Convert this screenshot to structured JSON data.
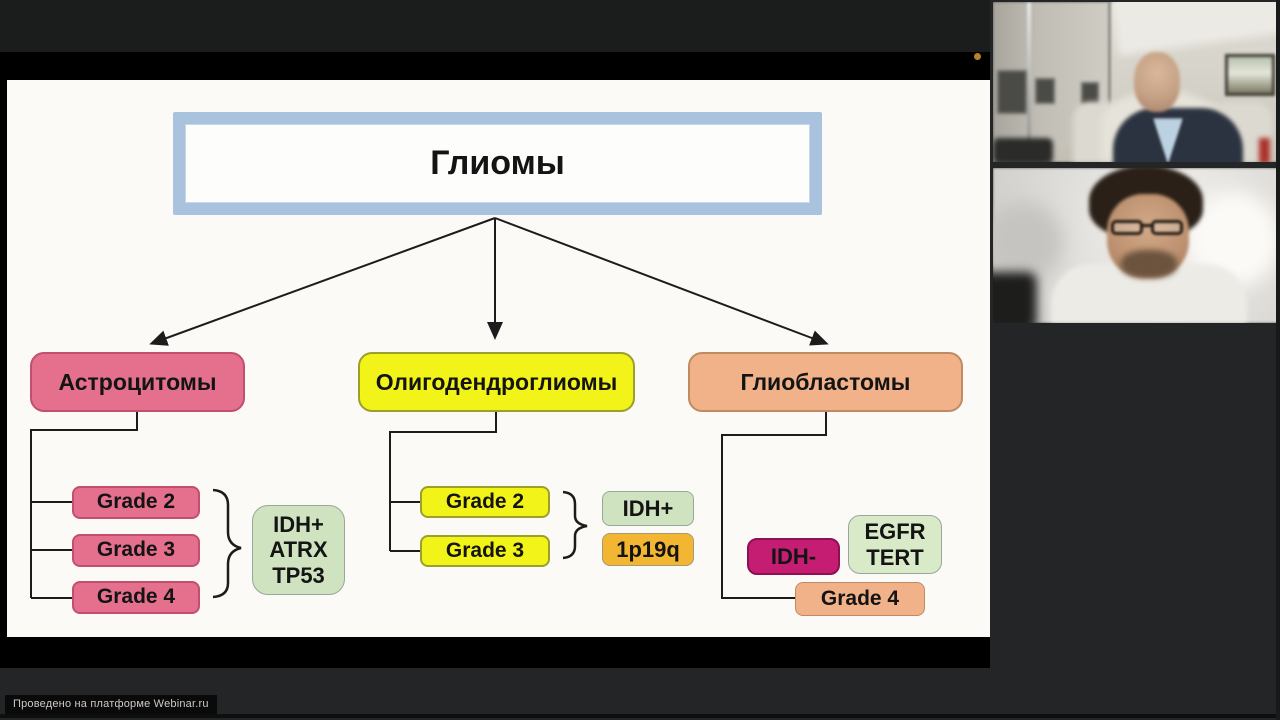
{
  "theme": {
    "bg-dark": "#232527",
    "bar-dark": "#1b1d1d",
    "slide-bg": "#fbfaf7",
    "title-border": "#a9c2de",
    "pink": "#e4708e",
    "pink-border": "#c24f6e",
    "yellow": "#f2f318",
    "yellow-border": "#9aa02a",
    "salmon": "#f1b28a",
    "salmon-border": "#c08a62",
    "green": "#cfe3c0",
    "green-border": "#97a89b",
    "amber": "#f2b633",
    "magenta": "#c51d72",
    "magenta-border": "#8e1052",
    "line": "#1c1c1c",
    "rec-dot": "#b5832a"
  },
  "slide": {
    "title": "Глиомы",
    "astro": {
      "label": "Астроцитомы",
      "grades": [
        "Grade 2",
        "Grade 3",
        "Grade 4"
      ],
      "markers": [
        "IDH+",
        "ATRX",
        "TP53"
      ]
    },
    "oligo": {
      "label": "Олигодендроглиомы",
      "grades": [
        "Grade 2",
        "Grade 3"
      ],
      "marker_top": "IDH+",
      "marker_bottom": "1p19q"
    },
    "glio": {
      "label": "Глиобластомы",
      "marker_neg": "IDH-",
      "marker_genes": [
        "EGFR",
        "TERT"
      ],
      "grade": "Grade 4"
    }
  },
  "footer": {
    "platform_badge": "Проведено на платформе Webinar.ru"
  }
}
